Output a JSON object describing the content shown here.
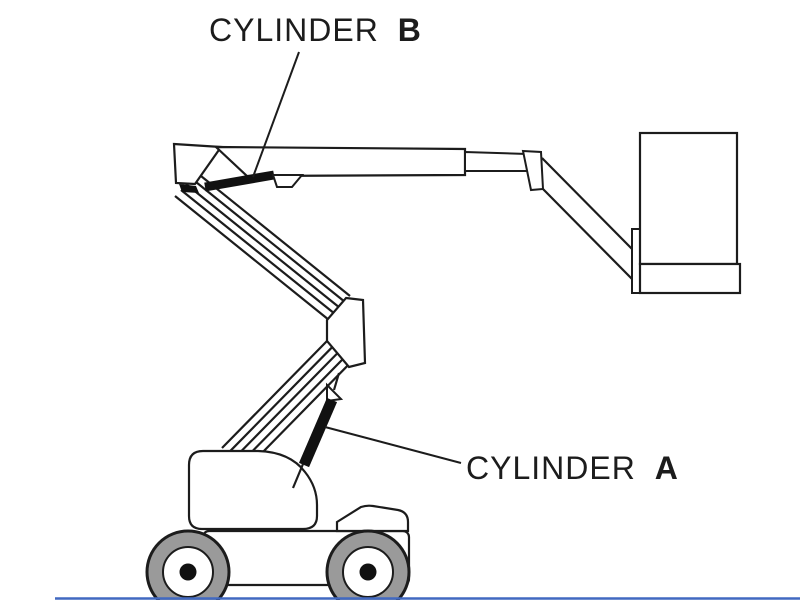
{
  "diagram": {
    "labels": {
      "cylinder_b": {
        "word": "CYLINDER",
        "letter": "B"
      },
      "cylinder_a": {
        "word": "CYLINDER",
        "letter": "A"
      }
    },
    "colors": {
      "line": "#1c1c1c",
      "fill_black": "#111111",
      "wheel_gray": "#9a9a9a",
      "hub_black": "#111111",
      "white": "#ffffff",
      "accent_blue": "#4169c1"
    }
  }
}
